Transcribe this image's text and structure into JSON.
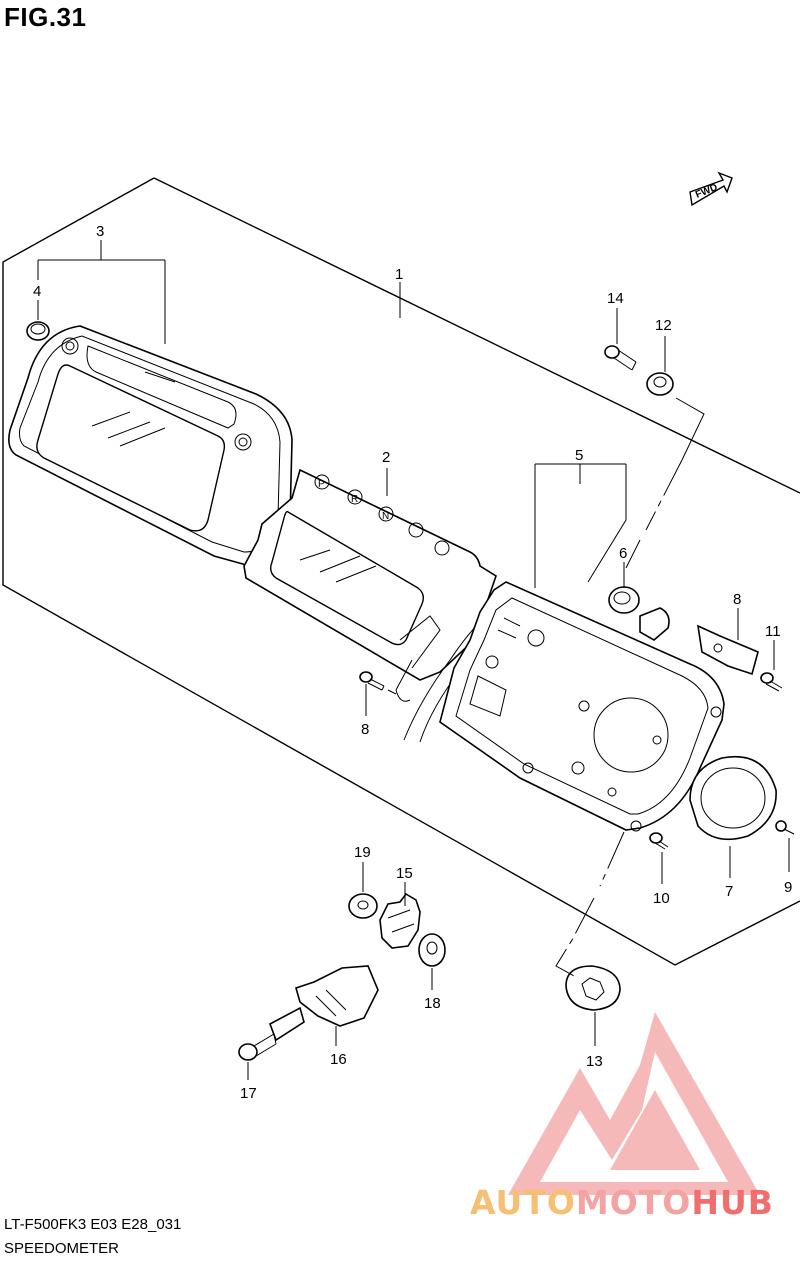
{
  "figure": {
    "title": "FIG.31"
  },
  "footer": {
    "code": "LT-F500FK3 E03 E28_031",
    "caption": "SPEEDOMETER"
  },
  "direction_label": "FWD",
  "callouts": {
    "c1": "1",
    "c2": "2",
    "c3": "3",
    "c4": "4",
    "c5": "5",
    "c6": "6",
    "c7": "7",
    "c8a": "8",
    "c8b": "8",
    "c9": "9",
    "c10": "10",
    "c11": "11",
    "c12": "12",
    "c13": "13",
    "c14": "14",
    "c15": "15",
    "c16": "16",
    "c17": "17",
    "c18": "18",
    "c19": "19"
  },
  "indicator_letters": [
    "P",
    "R",
    "N"
  ],
  "watermark": {
    "part1": "AUTO",
    "part2": "MOTO",
    "part3": "HUB"
  }
}
